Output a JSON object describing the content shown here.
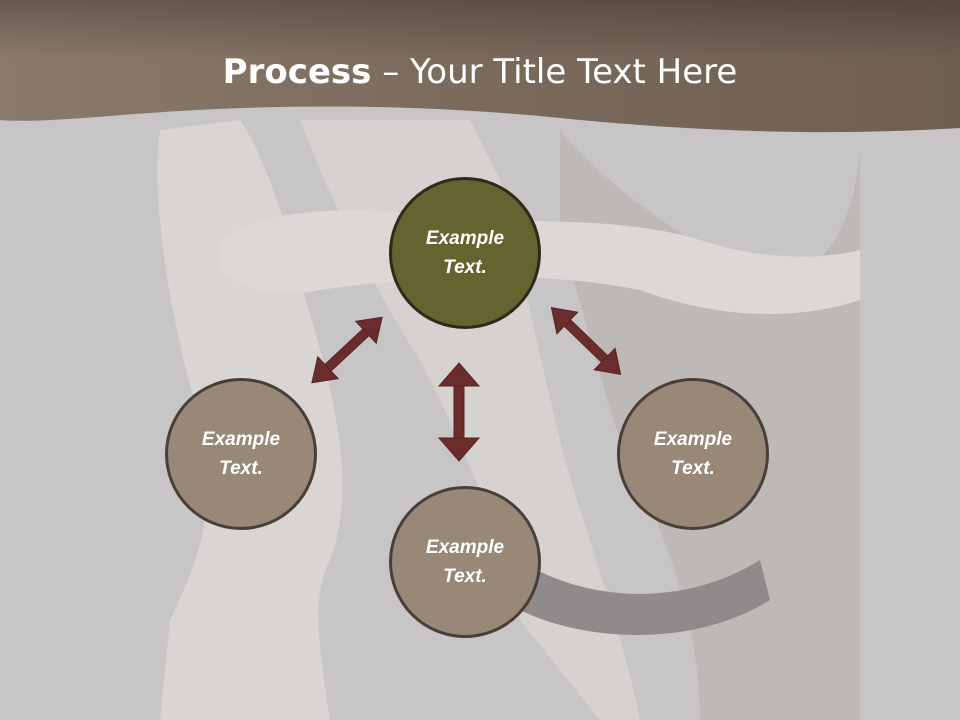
{
  "title": {
    "bold": "Process",
    "separator": " – ",
    "rest": "Your Title Text Here"
  },
  "nodes": {
    "top": "Example Text.",
    "left": "Example Text.",
    "right": "Example Text.",
    "bottom": "Example Text."
  },
  "colors": {
    "header_band": "#7a6b5e",
    "top_node": "#646430",
    "other_nodes": "#978877",
    "arrows": "#6b2c2c"
  }
}
